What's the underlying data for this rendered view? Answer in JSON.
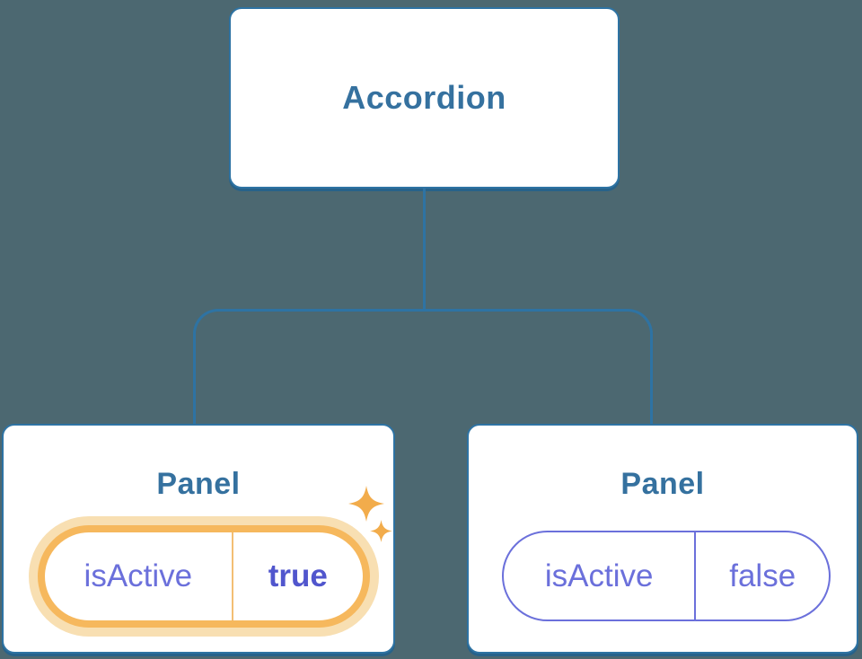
{
  "colors": {
    "bg": "#4C6871",
    "line": "#2E73A3",
    "lineDark": "#27628A",
    "nodeText": "#35719F",
    "state": "#6B70DB",
    "stateBold": "#5156CD",
    "highlight": "#F6B85D",
    "highlightDivider": "#F3BE74",
    "glow": "#F8DFB2",
    "sparkle": "#F2AC4B"
  },
  "tree": {
    "root": {
      "label": "Accordion"
    },
    "children": [
      {
        "label": "Panel",
        "state": {
          "key": "isActive",
          "value": "true"
        },
        "highlighted": true,
        "badge_icon": "sparkles-icon"
      },
      {
        "label": "Panel",
        "state": {
          "key": "isActive",
          "value": "false"
        },
        "highlighted": false
      }
    ]
  }
}
